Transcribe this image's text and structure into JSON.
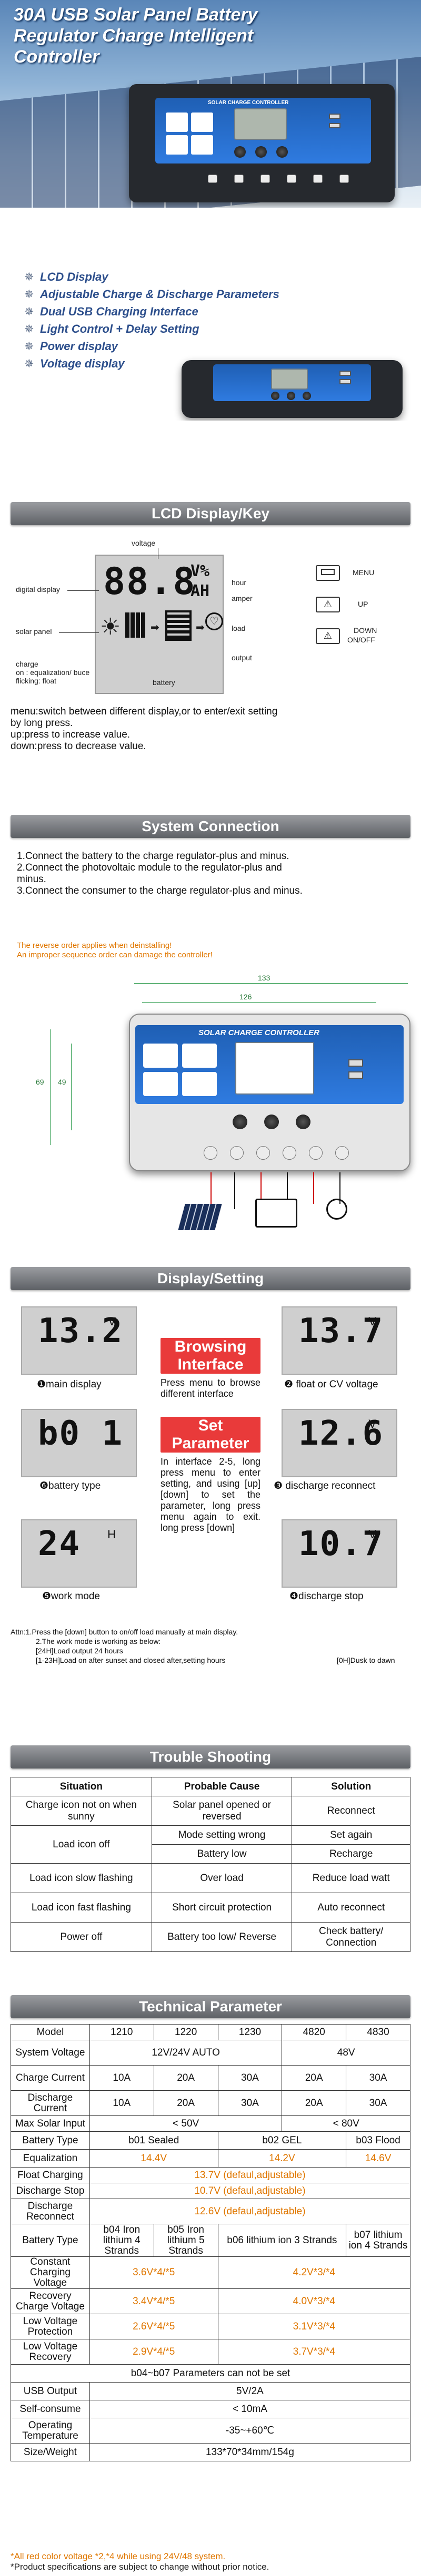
{
  "banner": {
    "title": "30A USB Solar Panel Battery Regulator Charge Intelligent Controller",
    "device_label": "SOLAR CHARGE CONTROLLER"
  },
  "features": {
    "items": [
      "LCD Display",
      "Adjustable Charge & Discharge Parameters",
      "Dual USB Charging Interface",
      "Light Control + Delay Setting",
      "Power display",
      "Voltage display"
    ]
  },
  "lcd_key": {
    "header": "LCD Display/Key",
    "readout": "88.8",
    "units_top": "V%",
    "units_bottom": "AH",
    "labels": {
      "voltage": "voltage",
      "digital_display": "digital display",
      "solar_panel": "solar panel",
      "hour": "hour",
      "amper": "amper",
      "load": "load",
      "output": "output",
      "battery": "battery",
      "charge": "charge",
      "charge_detail": "on : equalization/ buce",
      "charge_flick": "flicking: float"
    },
    "keys": [
      {
        "label": "MENU"
      },
      {
        "label": "UP"
      },
      {
        "label": "DOWN"
      },
      {
        "label": "ON/OFF"
      }
    ],
    "descriptions": [
      "menu:switch between different display,or to enter/exit setting",
      "by long press.",
      "up:press to increase value.",
      "down:press to decrease value."
    ]
  },
  "system": {
    "header": "System Connection",
    "steps": [
      "1.Connect the battery to the charge regulator-plus and minus.",
      "2.Connect the photovoltaic module to the regulator-plus and",
      "minus.",
      "3.Connect the consumer to the charge regulator-plus and minus."
    ],
    "warnings": [
      "The reverse order applies when deinstalling!",
      "An improper sequence order can damage the controller!"
    ],
    "dims": {
      "w1": "133",
      "w2": "126",
      "h1": "69",
      "h2": "49"
    },
    "device_label": "SOLAR CHARGE CONTROLLER"
  },
  "display": {
    "header": "Display/Setting",
    "tiles": [
      {
        "num": "13.2",
        "unit": "V",
        "cap": "❶main display"
      },
      {
        "num": "13.7",
        "unit": "V",
        "cap": "❷ float or CV voltage"
      },
      {
        "num": "b0 1",
        "unit": "",
        "cap": "❻battery type"
      },
      {
        "num": "12.6",
        "unit": "V",
        "cap": "❸ discharge reconnect"
      },
      {
        "num": "24",
        "unit": "H",
        "cap": "❺work mode"
      },
      {
        "num": "10.7",
        "unit": "V",
        "cap": "❹discharge stop"
      }
    ],
    "browse_title": "Browsing Interface",
    "browse_text": "Press menu to browse different interface",
    "set_title": "Set Parameter",
    "set_text": "In interface 2-5, long press menu to enter setting, and using [up] [down] to set the parameter, long press menu again to exit. long press [down]",
    "notes": [
      "Attn:1.Press the [down] button to on/off load manually at main display.",
      "2.The work mode is working as below:",
      "[24H]Load output 24 hours",
      "[1-23H]Load on after sunset and closed after,setting hours",
      "[0H]Dusk to dawn"
    ]
  },
  "trouble": {
    "header": "Trouble Shooting",
    "cols": [
      "Situation",
      "Probable Cause",
      "Solution"
    ],
    "rows": [
      [
        "Charge icon not on when sunny",
        "Solar panel opened or reversed",
        "Reconnect"
      ],
      [
        "Load icon off",
        "Mode setting wrong",
        "Set again"
      ],
      [
        "",
        "Battery low",
        "Recharge"
      ],
      [
        "Load icon slow flashing",
        "Over load",
        "Reduce load watt"
      ],
      [
        "Load icon fast flashing",
        "Short circuit protection",
        "Auto reconnect"
      ],
      [
        "Power off",
        "Battery too low/ Reverse",
        "Check battery/ Connection"
      ]
    ]
  },
  "tech": {
    "header": "Technical Parameter",
    "model_label": "Model",
    "models": [
      "1210",
      "1220",
      "1230",
      "4820",
      "4830"
    ],
    "sys_v_label": "System Voltage",
    "sys_v_12": "12V/24V AUTO",
    "sys_v_48": "48V",
    "charge_label": "Charge Current",
    "discharge_label": "Discharge Current",
    "currents": [
      "10A",
      "20A",
      "30A",
      "20A",
      "30A"
    ],
    "max_solar_label": "Max Solar Input",
    "max_solar_12": "< 50V",
    "max_solar_48": "< 80V",
    "battery_type_label": "Battery Type",
    "battery_types": [
      "b01 Sealed",
      "b02 GEL",
      "b03 Flood"
    ],
    "equalization_label": "Equalization",
    "equalization": [
      "14.4V",
      "14.2V",
      "14.6V"
    ],
    "float_label": "Float Charging",
    "float_val": "13.7V (defaul,adjustable)",
    "dstop_label": "Discharge Stop",
    "dstop_val": "10.7V (defaul,adjustable)",
    "drec_label": "Discharge Reconnect",
    "drec_val": "12.6V (defaul,adjustable)",
    "lithium_label": "Battery Type",
    "lithium": [
      "b04 Iron lithium 4 Strands",
      "b05 Iron lithium 5 Strands",
      "b06 lithium ion 3 Strands",
      "b07 lithium ion 4 Strands"
    ],
    "cc_label": "Constant Charging Voltage",
    "cc": [
      "3.6V*4/*5",
      "4.2V*3/*4"
    ],
    "rc_label": "Recovery Charge Voltage",
    "rc": [
      "3.4V*4/*5",
      "4.0V*3/*4"
    ],
    "lvp_label": "Low Voltage Protection",
    "lvp": [
      "2.6V*4/*5",
      "3.1V*3/*4"
    ],
    "lvr_label": "Low Voltage Recovery",
    "lvr": [
      "2.9V*4/*5",
      "3.7V*3/*4"
    ],
    "note_row": "b04~b07 Parameters can not be set",
    "usb_label": "USB Output",
    "usb_val": "5V/2A",
    "self_label": "Self-consume",
    "self_val": "< 10mA",
    "temp_label": "Operating Temperature",
    "temp_val": "-35~+60℃",
    "size_label": "Size/Weight",
    "size_val": "133*70*34mm/154g",
    "foot1": "*All red color voltage *2,*4 while using 24V/48 system.",
    "foot2": "*Product specifications are subject to change without prior notice."
  },
  "colors": {
    "accent_red": "#e93a3a",
    "orange": "#e07700",
    "feature_blue": "#2d4f8c"
  }
}
